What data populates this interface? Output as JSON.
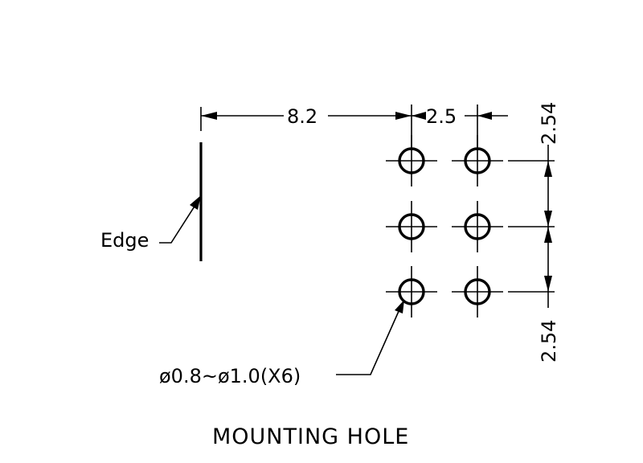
{
  "drawing": {
    "title": "MOUNTING  HOLE",
    "edge_label": "Edge",
    "hole_callout": "ø0.8~ø1.0(X6)",
    "dimensions": {
      "edge_to_first_column": "8.2",
      "column_pitch": "2.5",
      "row_pitch_top": "2.54",
      "row_pitch_bottom": "2.54"
    },
    "hole_count": 6,
    "line_color": "#000000"
  }
}
